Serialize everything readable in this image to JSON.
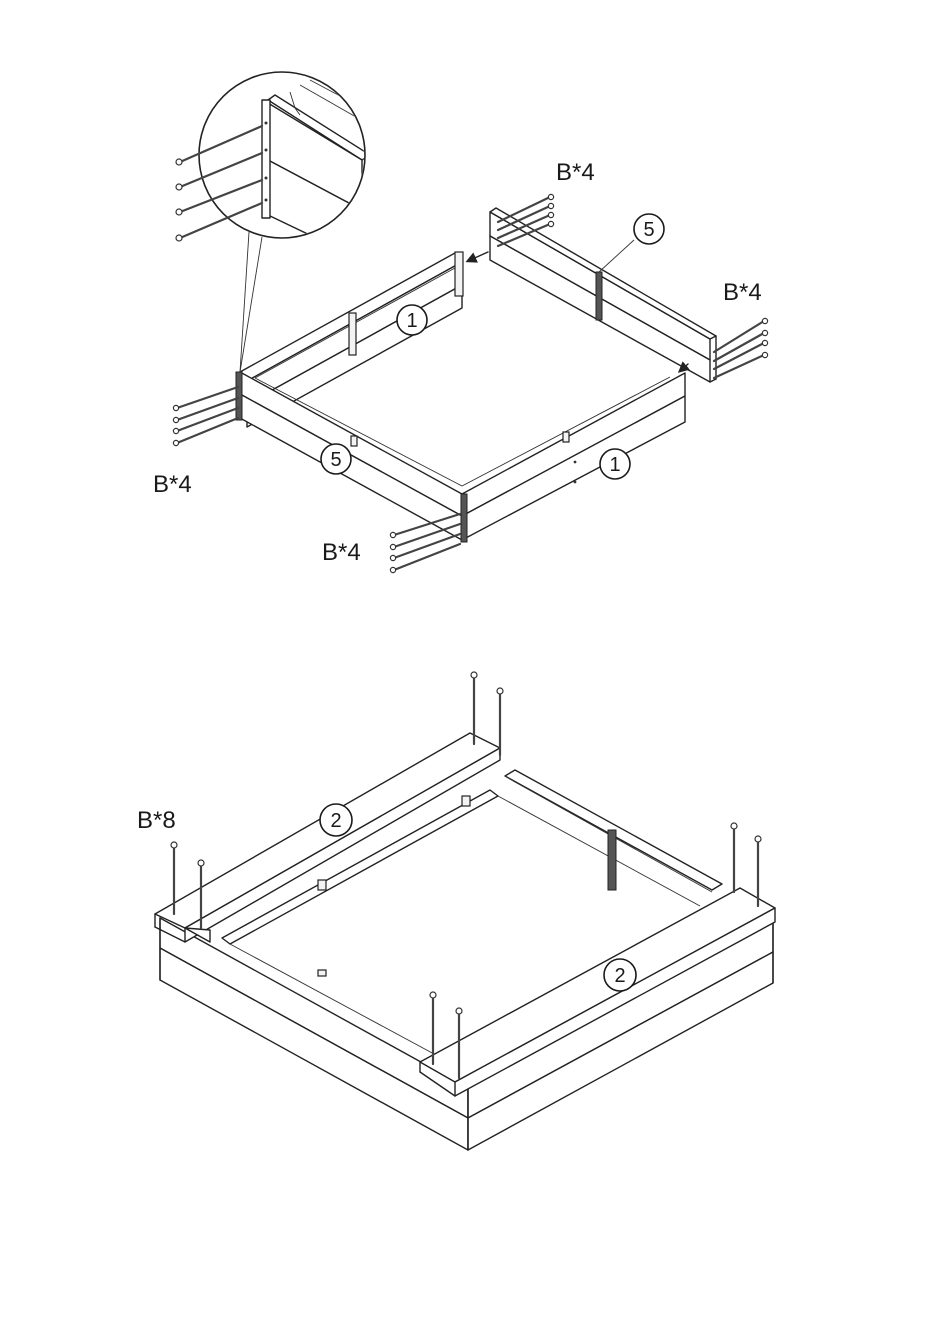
{
  "step1": {
    "parts": [
      "1",
      "1",
      "5",
      "5"
    ],
    "screw_callouts": [
      "B*4",
      "B*4",
      "B*4",
      "B*4"
    ]
  },
  "step2": {
    "parts": [
      "2",
      "2"
    ],
    "screw_callouts": [
      "B*8"
    ]
  },
  "colors": {
    "line": "#222222",
    "background": "#ffffff",
    "post": "#555555"
  },
  "icons": [
    "screw-icon",
    "arrow-icon",
    "magnifier-detail"
  ]
}
